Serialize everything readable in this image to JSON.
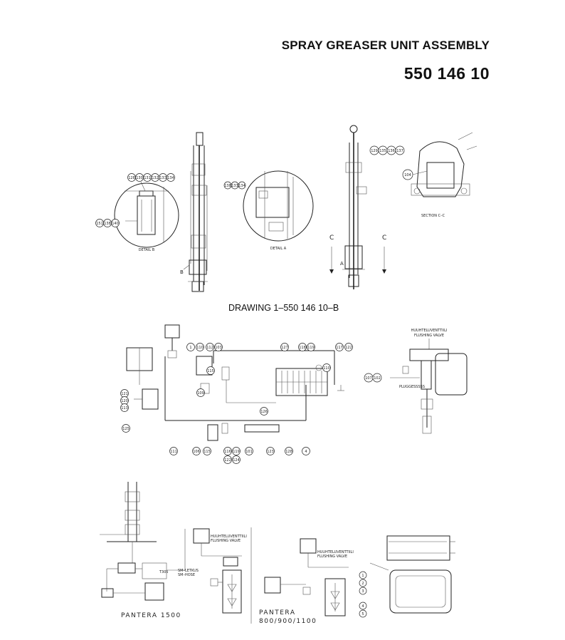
{
  "header": {
    "title": "SPRAY GREASER UNIT ASSEMBLY",
    "part_number": "550 146 10"
  },
  "drawing_caption": "DRAWING 1–550 146 10–B",
  "top_drawing": {
    "detail_b_label": "DETAIL B",
    "detail_b_callouts_top": [
      "128",
      "130",
      "131",
      "132",
      "133",
      "134"
    ],
    "detail_b_callouts_left": [
      "151",
      "138",
      "140"
    ],
    "detail_a_label": "DETAIL A",
    "detail_a_callouts": [
      "138",
      "133",
      "134"
    ],
    "marker_b": "B",
    "marker_a": "A",
    "section_c_left": "C",
    "section_c_right": "C",
    "section_cc_label": "SECTION C–C",
    "section_callouts": [
      "129",
      "135",
      "136",
      "137"
    ],
    "section_callout_single": "104"
  },
  "middle_drawing": {
    "callouts": [
      "1",
      "110",
      "112",
      "103",
      "127",
      "118",
      "119",
      "117",
      "122",
      "121",
      "120",
      "113",
      "109",
      "126",
      "125",
      "111",
      "106",
      "115",
      "116",
      "119",
      "122",
      "124",
      "101",
      "123",
      "128",
      "4",
      "110",
      "115"
    ],
    "valve_title_fi": "HUUHTELUVENTTIILI",
    "valve_title_en": "FLUSHING VALVE",
    "valve_callouts": [
      "107",
      "102"
    ],
    "valve_small_label": "PLUGGESSSSS"
  },
  "bottom_drawing": {
    "left_label": "PANTERA 1500",
    "middle_label_1": "PANTERA",
    "middle_label_2": "800/900/1100",
    "left_valve_fi": "HUUHTELUVENTTIILI",
    "left_valve_en": "FLUSHING VALVE",
    "right_valve_fi": "HUUHTELUVENTTIILI",
    "right_valve_en": "FLUSHING VALVE",
    "hose_label_1": "SM–LETKUS",
    "hose_label_2": "SM–HOSE",
    "box_label": "T305",
    "side_callouts": [
      "1",
      "2",
      "3",
      "4",
      "5"
    ]
  }
}
